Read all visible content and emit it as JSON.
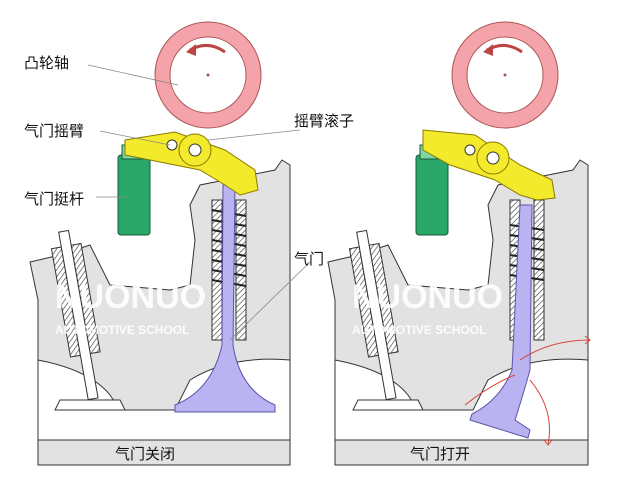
{
  "labels": {
    "camshaft": "凸轮轴",
    "rocker_arm": "气门摇臂",
    "tappet": "气门挺杆",
    "rocker_roller": "摇臂滚子",
    "valve": "气门"
  },
  "captions": {
    "closed": "气门关闭",
    "open": "气门打开"
  },
  "watermark": {
    "brand": "NUONUO",
    "subtitle": "AUTOMOTIVE SCHOOL"
  },
  "colors": {
    "cam": "#f4a3ab",
    "rocker": "#f2ea2a",
    "tappet": "#2aa86a",
    "valve": "#b9b3f2",
    "body": "#e2e2e2",
    "flow": "#d9443a"
  }
}
